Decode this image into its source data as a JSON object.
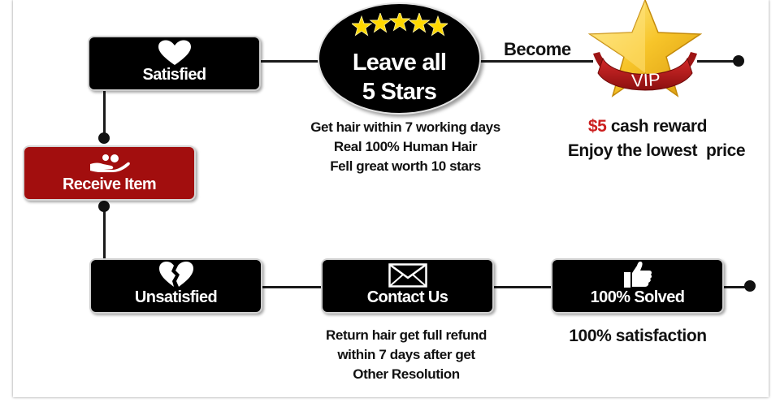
{
  "boxes": {
    "satisfied": "Satisfied",
    "receive_item": "Receive Item",
    "unsatisfied": "Unsatisfied",
    "contact_us": "Contact Us",
    "solved": "100% Solved"
  },
  "oval": {
    "line1": "Leave all",
    "line2": "5 Stars"
  },
  "become_label": "Become",
  "vip_label": "VIP",
  "satisfied_benefits": [
    "Get hair within 7 working days",
    "Real 100% Human Hair",
    "Fell great worth 10 stars"
  ],
  "vip_reward": {
    "amount": "$5",
    "rest": " cash reward",
    "line2": "Enjoy the lowest  price"
  },
  "contact_details": [
    "Return hair get full refund",
    "within 7 days after get",
    "Other Resolution"
  ],
  "solved_detail": "100% satisfaction",
  "colors": {
    "box_black": "#000000",
    "receive_red": "#a20e0e",
    "star_gold": "#ffd800",
    "vip_ribbon": "#b31b1b",
    "reward_red": "#cc1f1f"
  },
  "icons": [
    "heart-icon",
    "hand-icon",
    "broken-heart-icon",
    "envelope-icon",
    "thumbs-up-icon",
    "star-icon",
    "vip-star-icon"
  ]
}
